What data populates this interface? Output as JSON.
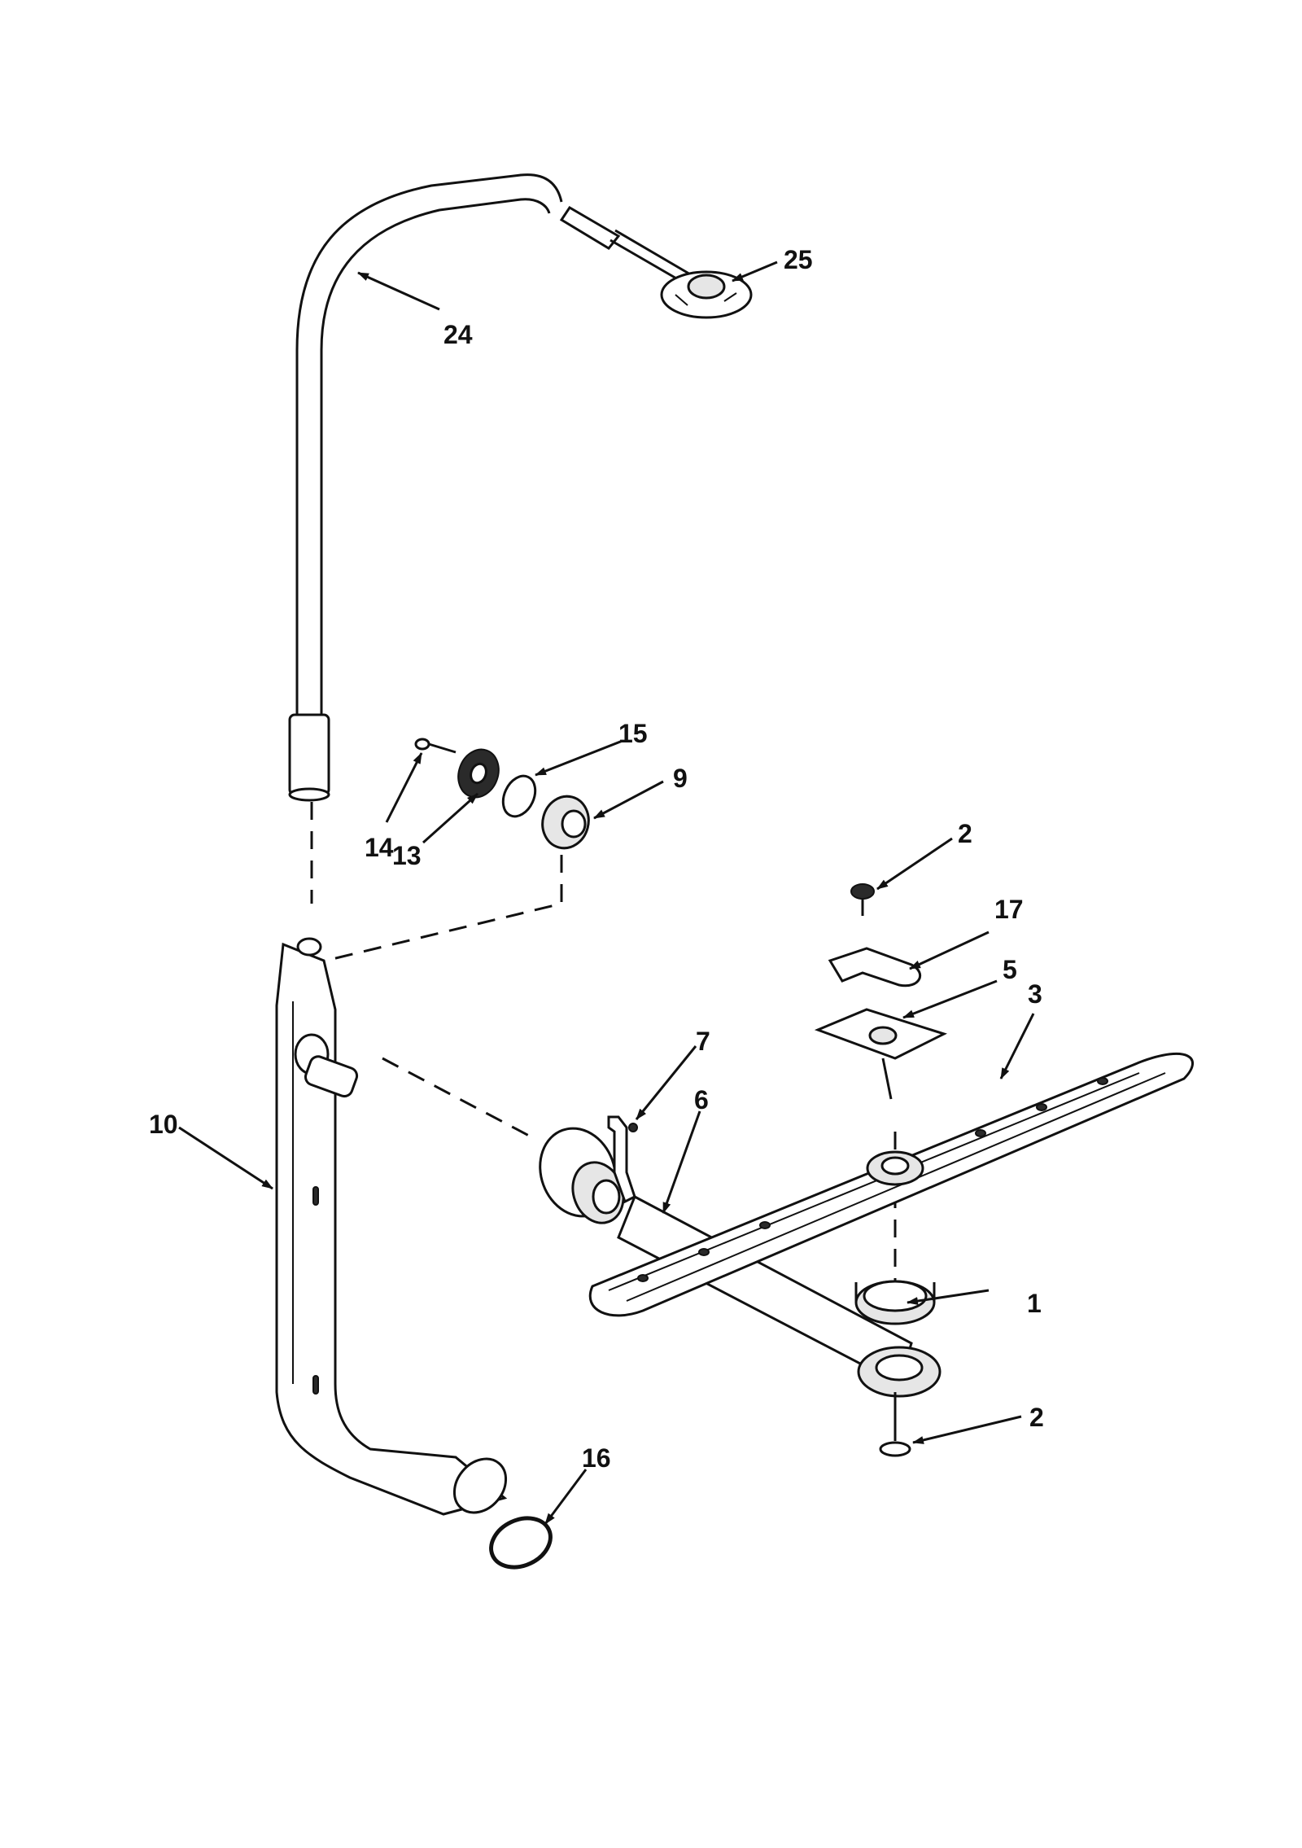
{
  "labels": {
    "l1": "1",
    "l2a": "2",
    "l2b": "2",
    "l3": "3",
    "l5": "5",
    "l6": "6",
    "l7": "7",
    "l9": "9",
    "l10": "10",
    "l13": "13",
    "l14": "14",
    "l15": "15",
    "l16": "16",
    "l17": "17",
    "l24": "24",
    "l25": "25"
  }
}
